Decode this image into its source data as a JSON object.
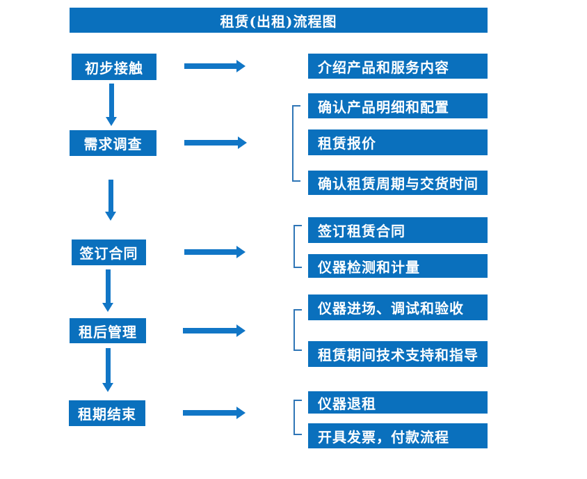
{
  "title": "租赁(出租)流程图",
  "colors": {
    "primary_blue": "#0a70bd",
    "arrow_blue": "#1176c6",
    "bracket_blue": "#2e75b6",
    "text_on_blue": "#ffffff",
    "background": "#ffffff"
  },
  "stages": [
    {
      "label": "初步接触",
      "targets": [
        "介绍产品和服务内容"
      ]
    },
    {
      "label": "需求调查",
      "targets": [
        "确认产品明细和配置",
        "租赁报价",
        "确认租赁周期与交货时间"
      ]
    },
    {
      "label": "签订合同",
      "targets": [
        "签订租赁合同",
        "仪器检测和计量"
      ]
    },
    {
      "label": "租后管理",
      "targets": [
        "仪器进场、调试和验收",
        "租赁期间技术支持和指导"
      ]
    },
    {
      "label": "租期结束",
      "targets": [
        "仪器退租",
        "开具发票，付款流程"
      ]
    }
  ]
}
